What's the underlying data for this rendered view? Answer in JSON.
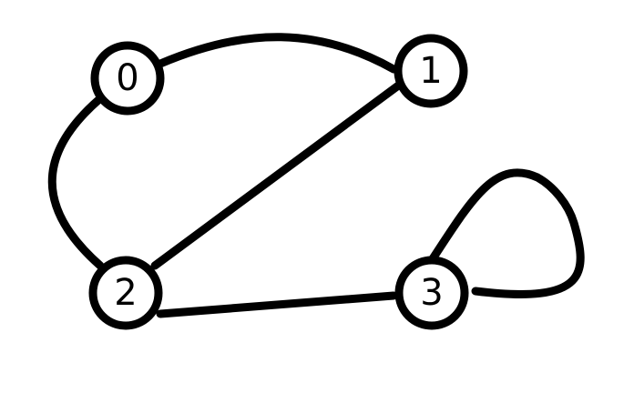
{
  "diagram": {
    "type": "graph",
    "directed": false,
    "colors": {
      "stroke": "#000000",
      "node_fill": "#ffffff",
      "background": "#ffffff"
    },
    "nodes": [
      {
        "id": "0",
        "label": "0"
      },
      {
        "id": "1",
        "label": "1"
      },
      {
        "id": "2",
        "label": "2"
      },
      {
        "id": "3",
        "label": "3"
      }
    ],
    "edges": [
      {
        "from": "0",
        "to": "1"
      },
      {
        "from": "0",
        "to": "2"
      },
      {
        "from": "1",
        "to": "2"
      },
      {
        "from": "2",
        "to": "3"
      },
      {
        "from": "3",
        "to": "3"
      }
    ]
  }
}
